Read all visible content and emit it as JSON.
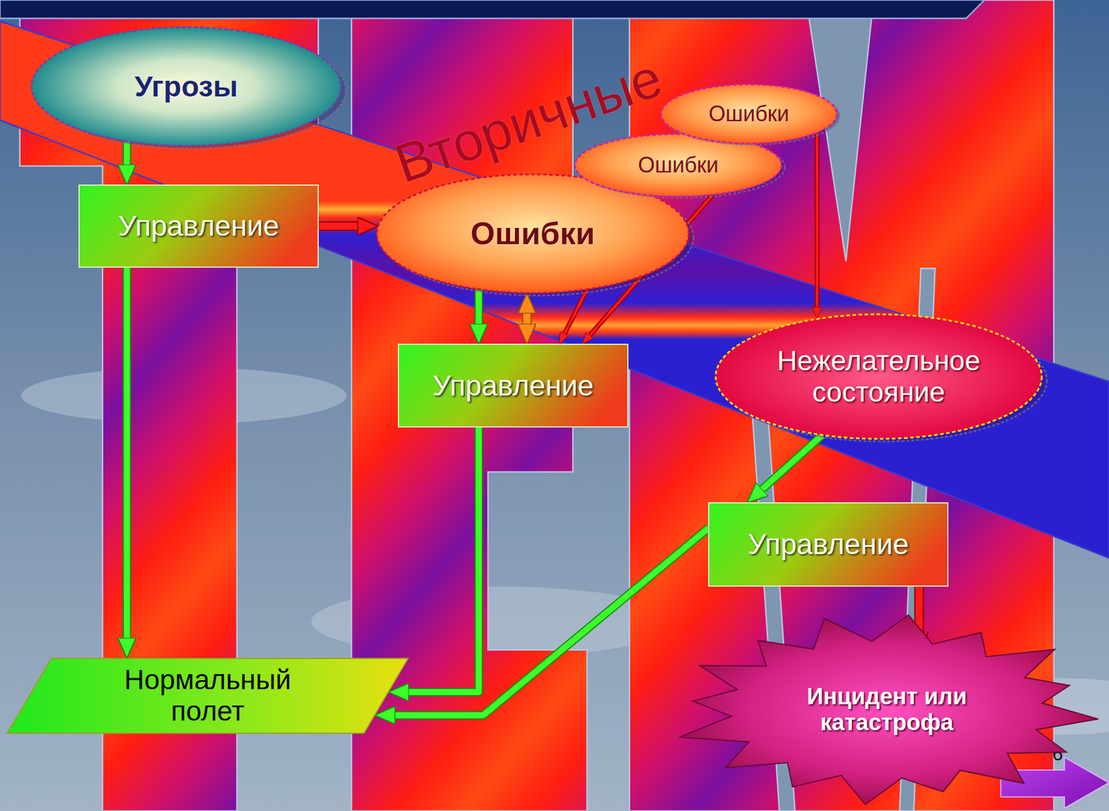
{
  "diagram": {
    "nodes": [
      {
        "text": [
          "Угрозы"
        ]
      },
      {
        "text": [
          "Управление"
        ]
      },
      {
        "text": [
          "Ошибки"
        ]
      },
      {
        "text": [
          "Ошибки"
        ]
      },
      {
        "text": [
          "Ошибки"
        ]
      },
      {
        "text": [
          "Управление"
        ]
      },
      {
        "text": [
          "Нежелательное состояние"
        ]
      },
      {
        "text": [
          "Управление"
        ]
      },
      {
        "text": [
          "Нормальный полет"
        ]
      },
      {
        "text": [
          "Инцидент или катастрофа"
        ]
      }
    ],
    "edges": [
      {
        "from": 0,
        "to": 1,
        "arrow": "to"
      },
      {
        "from": 1,
        "to": 2,
        "arrow": "to"
      },
      {
        "from": 1,
        "to": 8,
        "arrow": "to"
      },
      {
        "from": 2,
        "to": 5,
        "arrow": "to"
      },
      {
        "from": 2,
        "to": 5,
        "arrow": "both"
      },
      {
        "from": 3,
        "to": 5,
        "arrow": "to"
      },
      {
        "from": 4,
        "to": 5,
        "arrow": "to"
      },
      {
        "from": 4,
        "to": 6,
        "arrow": "to"
      },
      {
        "from": 5,
        "to": 8,
        "arrow": "to"
      },
      {
        "from": 6,
        "to": 7,
        "arrow": "to"
      },
      {
        "from": 7,
        "to": 8,
        "arrow": "to"
      },
      {
        "from": 7,
        "to": 9,
        "arrow": "to"
      }
    ],
    "labels": [
      "Вторичные",
      "6"
    ]
  }
}
